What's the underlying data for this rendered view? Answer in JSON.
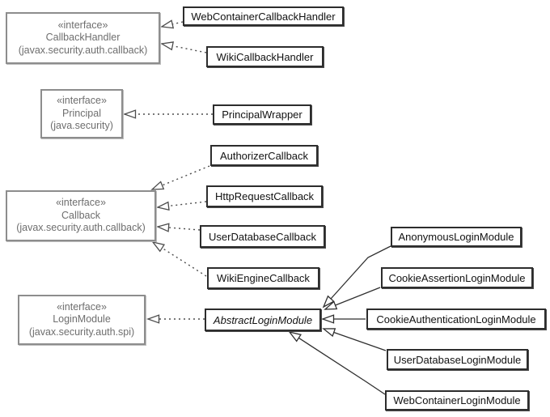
{
  "diagram": {
    "kind": "uml-class-diagram",
    "nodes": {
      "callback_handler_interface": {
        "stereotype": "«interface»",
        "name": "CallbackHandler",
        "package": "(javax.security.auth.callback)"
      },
      "principal_interface": {
        "stereotype": "«interface»",
        "name": "Principal",
        "package": "(java.security)"
      },
      "callback_interface": {
        "stereotype": "«interface»",
        "name": "Callback",
        "package": "(javax.security.auth.callback)"
      },
      "login_module_interface": {
        "stereotype": "«interface»",
        "name": "LoginModule",
        "package": "(javax.security.auth.spi)"
      },
      "web_container_callback_handler": {
        "name": "WebContainerCallbackHandler"
      },
      "wiki_callback_handler": {
        "name": "WikiCallbackHandler"
      },
      "principal_wrapper": {
        "name": "PrincipalWrapper"
      },
      "authorizer_callback": {
        "name": "AuthorizerCallback"
      },
      "http_request_callback": {
        "name": "HttpRequestCallback"
      },
      "user_database_callback": {
        "name": "UserDatabaseCallback"
      },
      "wiki_engine_callback": {
        "name": "WikiEngineCallback"
      },
      "abstract_login_module": {
        "name": "AbstractLoginModule",
        "abstract": true
      },
      "anonymous_login_module": {
        "name": "AnonymousLoginModule"
      },
      "cookie_assertion_login_module": {
        "name": "CookieAssertionLoginModule"
      },
      "cookie_authentication_login_module": {
        "name": "CookieAuthenticationLoginModule"
      },
      "user_database_login_module": {
        "name": "UserDatabaseLoginModule"
      },
      "web_container_login_module": {
        "name": "WebContainerLoginModule"
      }
    },
    "relationships": [
      {
        "from": "WebContainerCallbackHandler",
        "to": "CallbackHandler",
        "type": "realization"
      },
      {
        "from": "WikiCallbackHandler",
        "to": "CallbackHandler",
        "type": "realization"
      },
      {
        "from": "PrincipalWrapper",
        "to": "Principal",
        "type": "realization"
      },
      {
        "from": "AuthorizerCallback",
        "to": "Callback",
        "type": "realization"
      },
      {
        "from": "HttpRequestCallback",
        "to": "Callback",
        "type": "realization"
      },
      {
        "from": "UserDatabaseCallback",
        "to": "Callback",
        "type": "realization"
      },
      {
        "from": "WikiEngineCallback",
        "to": "Callback",
        "type": "realization"
      },
      {
        "from": "AbstractLoginModule",
        "to": "LoginModule",
        "type": "realization"
      },
      {
        "from": "AnonymousLoginModule",
        "to": "AbstractLoginModule",
        "type": "generalization"
      },
      {
        "from": "CookieAssertionLoginModule",
        "to": "AbstractLoginModule",
        "type": "generalization"
      },
      {
        "from": "CookieAuthenticationLoginModule",
        "to": "AbstractLoginModule",
        "type": "generalization"
      },
      {
        "from": "UserDatabaseLoginModule",
        "to": "AbstractLoginModule",
        "type": "generalization"
      },
      {
        "from": "WebContainerLoginModule",
        "to": "AbstractLoginModule",
        "type": "generalization"
      }
    ],
    "colors": {
      "background": "#ffffff",
      "interface_border": "#8d8d8d",
      "interface_text": "#6e6e6e",
      "class_border": "#2d2d2d",
      "class_text": "#121212",
      "connector": "#4c4c4c"
    }
  }
}
